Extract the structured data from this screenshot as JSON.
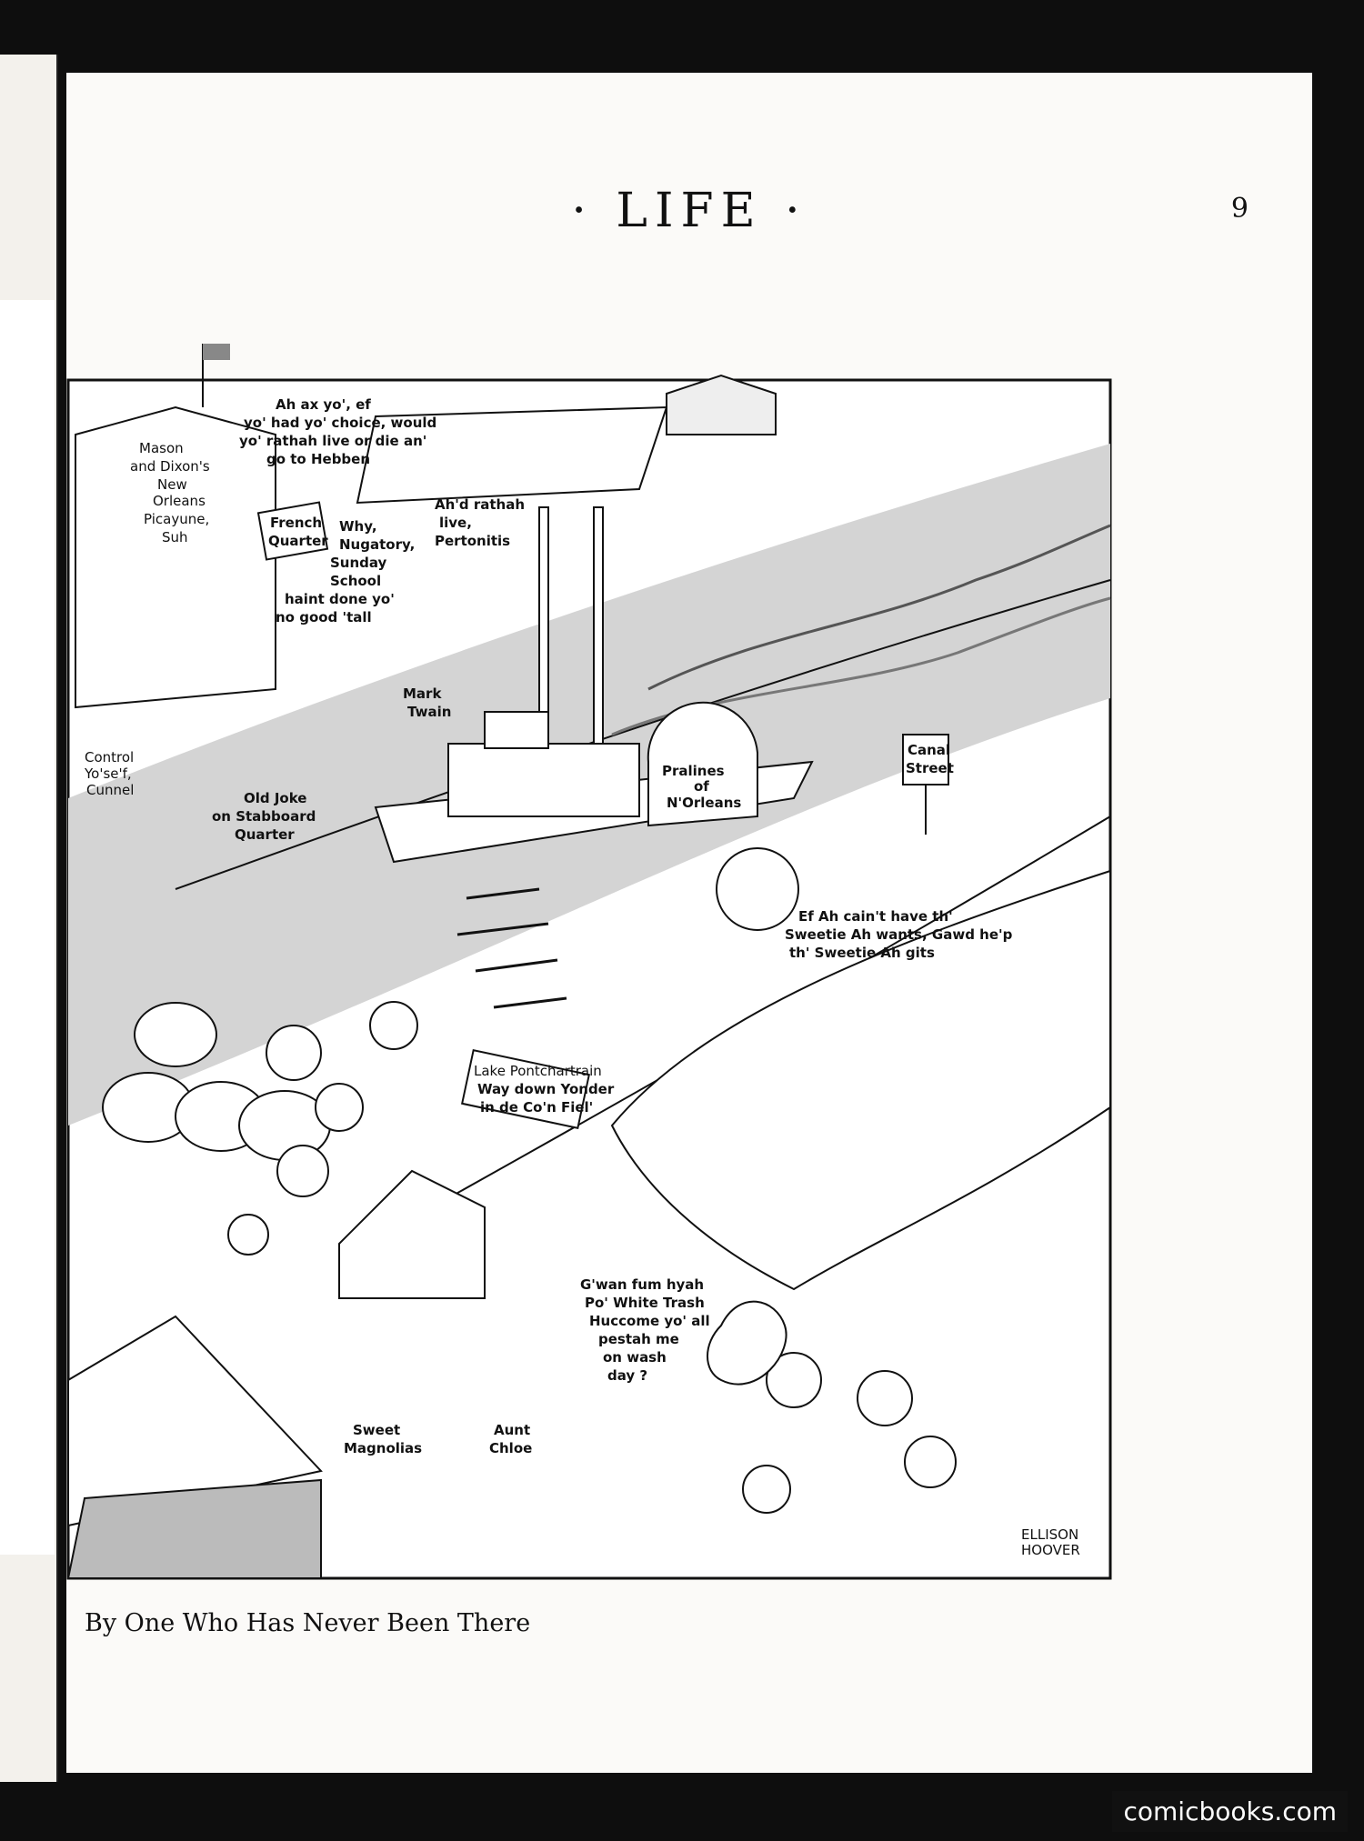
{
  "masthead": "· LIFE ·",
  "page_number": "9",
  "caption": "By One Who Has Never Been There",
  "watermark": "comicbooks.com",
  "cartoon": {
    "labels": {
      "house_sign": [
        "Mason",
        "and Dixon's",
        "New",
        "Orleans",
        "Picayune,",
        "Suh"
      ],
      "speech_1": [
        "Ah ax yo', ef",
        "yo' had yo' choice, would",
        "yo' rathah live or die an'",
        "go to Hebben"
      ],
      "speech_2": [
        "Ah'd rathah",
        "live,",
        "Pertonitis"
      ],
      "speech_3": [
        "Why,",
        "Nugatory,",
        "Sunday",
        "School",
        "haint done yo'",
        "no good 'tall"
      ],
      "french_quarter_sign": [
        "French",
        "Quarter"
      ],
      "mark_twain": [
        "Mark",
        "Twain"
      ],
      "pralines": [
        "Pralines",
        "of",
        "N'Orleans"
      ],
      "old_joke": [
        "Old Joke",
        "on Stabboard",
        "Quarter"
      ],
      "control": [
        "Control",
        "Yo'se'f,",
        "Cunnel"
      ],
      "canal_street": [
        "Canal",
        "Street"
      ],
      "sweetie": [
        "Ef Ah cain't have th'",
        "Sweetie Ah wants, Gawd he'p",
        "th' Sweetie Ah gits"
      ],
      "lake_sign": [
        "Lake Pontchartrain",
        "Way down Yonder",
        "in de Co'n Fiel'"
      ],
      "gwan": [
        "G'wan fum hyah",
        "Po' White Trash",
        "Huccome yo' all",
        "pestah me",
        "on wash",
        "day ?"
      ],
      "sweet_magnolias": [
        "Sweet",
        "Magnolias"
      ],
      "aunt_chloe": [
        "Aunt",
        "Chloe"
      ],
      "signature": [
        "ELLISON",
        "HOOVER"
      ]
    }
  }
}
